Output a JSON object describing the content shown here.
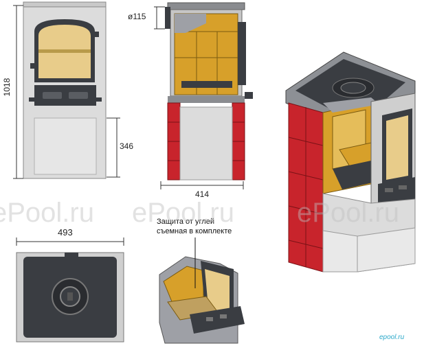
{
  "dimensions": {
    "total_height": "1018",
    "lower_height": "346",
    "chimney_diameter": "ø115",
    "depth": "414",
    "width": "493"
  },
  "note": {
    "line1": "Защита от углей",
    "line2": "съемная в комплекте"
  },
  "watermarks": [
    "ePool.ru",
    "ePool.ru",
    "ePool.ru"
  ],
  "brand_logo": "epool.ru",
  "colors": {
    "body_gray": "#d9d9d9",
    "cast_iron": "#3a3d42",
    "firebrick": "#d7a02a",
    "tile_red": "#c8242c",
    "window": "#e8cc8a"
  }
}
